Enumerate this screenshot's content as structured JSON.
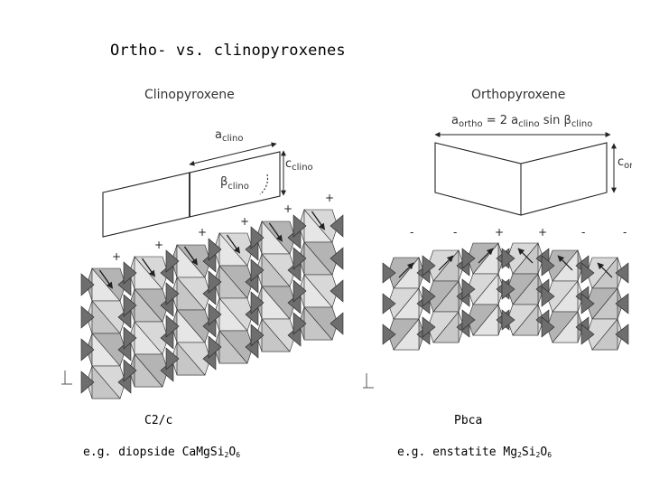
{
  "title": "Ortho- vs. clinopyroxenes",
  "left_panel": {
    "heading": "Clinopyroxene",
    "a_label": "a",
    "a_sub": "clino",
    "c_label": "c",
    "c_sub": "clino",
    "beta_label": "β",
    "beta_sub": "clino",
    "signs": [
      "+",
      "+",
      "+",
      "+",
      "+",
      "+"
    ],
    "space_group": "C2/c",
    "example_prefix": "e.g. diopside CaMgSi",
    "example_n1": "2",
    "example_mid": "O",
    "example_n2": "6"
  },
  "right_panel": {
    "heading": "Orthopyroxene",
    "formula_a": "a",
    "formula_a_sub": "ortho",
    "formula_mid": " = 2 ",
    "formula_a2": "a",
    "formula_a2_sub": "clino",
    "formula_sin": " sin ",
    "formula_beta": "β",
    "formula_beta_sub": "clino",
    "c_label": "c",
    "c_sub": "ortho",
    "signs": [
      "-",
      "-",
      "+",
      "+",
      "-",
      "-"
    ],
    "space_group": "Pbca",
    "example_prefix": "e.g. enstatite Mg",
    "example_n1": "2",
    "example_mid": "Si",
    "example_n2": "2",
    "example_end": "O",
    "example_n3": "6"
  },
  "colors": {
    "dark_tetra": "#6e6e6e",
    "light_octa": "#d8d8d8",
    "mid_octa": "#b4b4b4",
    "line": "#222222"
  }
}
